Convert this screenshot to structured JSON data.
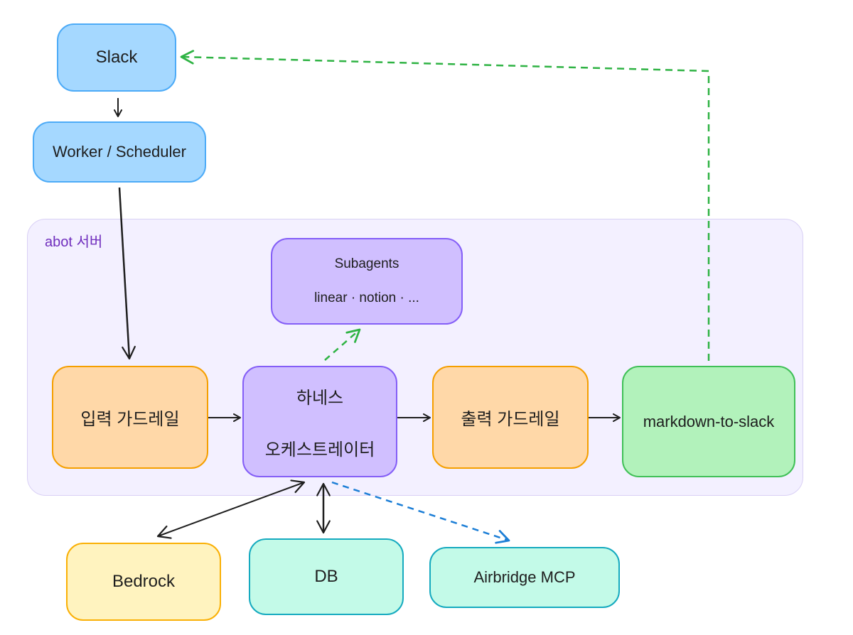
{
  "group": {
    "label": "abot 서버"
  },
  "nodes": {
    "slack": {
      "label": "Slack"
    },
    "worker": {
      "label": "Worker / Scheduler"
    },
    "subagents": {
      "title": "Subagents",
      "subtitle": "linear · notion · ..."
    },
    "input_guard": {
      "label": "입력 가드레일"
    },
    "harness": {
      "line1": "하네스",
      "line2": "오케스트레이터"
    },
    "output_guard": {
      "label": "출력 가드레일"
    },
    "md2slack": {
      "label": "markdown-to-slack"
    },
    "bedrock": {
      "label": "Bedrock"
    },
    "db": {
      "label": "DB"
    },
    "airbridge": {
      "label": "Airbridge MCP"
    }
  },
  "colors": {
    "solid_edge": "#1e1e1e",
    "green_dashed_edge": "#2fb344",
    "blue_dashed_edge": "#1c7ed6"
  }
}
